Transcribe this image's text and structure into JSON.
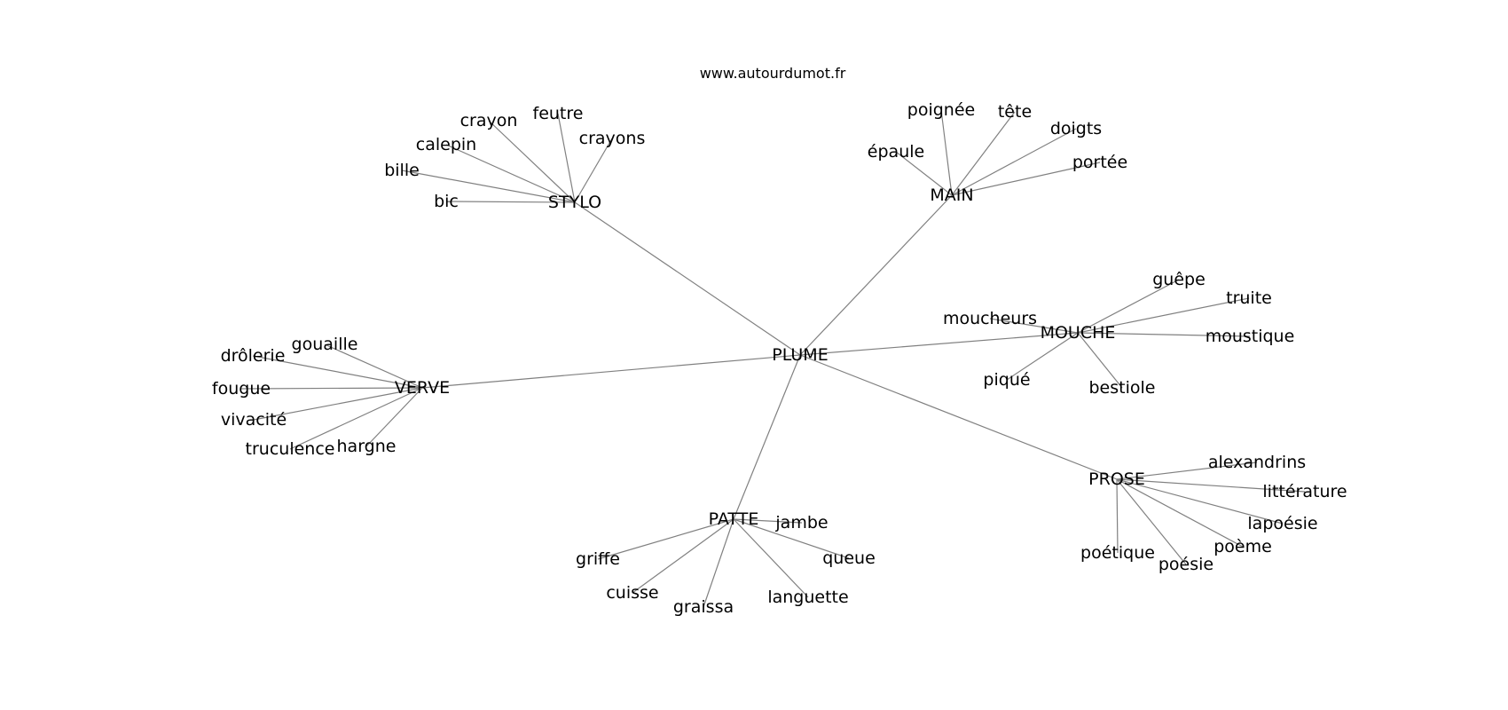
{
  "source": "www.autourdumot.fr",
  "root": "PLUME",
  "line_color": "#808080",
  "text_color": "#000000",
  "clusters": [
    {
      "hub": "STYLO",
      "leaves": [
        "bic",
        "bille",
        "calepin",
        "crayon",
        "feutre",
        "crayons"
      ]
    },
    {
      "hub": "MAIN",
      "leaves": [
        "épaule",
        "poignée",
        "tête",
        "doigts",
        "portée"
      ]
    },
    {
      "hub": "MOUCHE",
      "leaves": [
        "moucheurs",
        "guêpe",
        "truite",
        "moustique",
        "bestiole",
        "piqué"
      ]
    },
    {
      "hub": "VERVE",
      "leaves": [
        "gouaille",
        "drôlerie",
        "fougue",
        "vivacité",
        "truculence",
        "hargne"
      ]
    },
    {
      "hub": "PROSE",
      "leaves": [
        "alexandrins",
        "littérature",
        "lapoésie",
        "poème",
        "poésie",
        "poétique"
      ]
    },
    {
      "hub": "PATTE",
      "leaves": [
        "jambe",
        "queue",
        "languette",
        "graissa",
        "cuisse",
        "griffe"
      ]
    }
  ]
}
